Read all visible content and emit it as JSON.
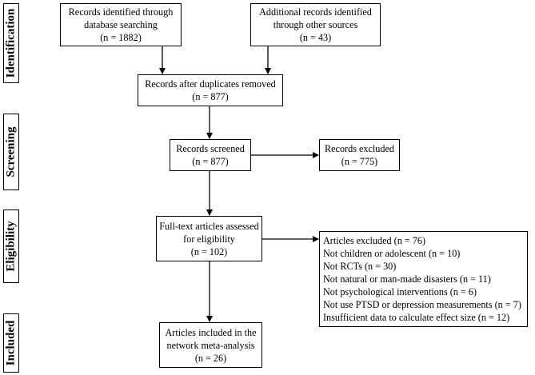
{
  "stages": {
    "identification": "Identification",
    "screening": "Screening",
    "eligibility": "Eligibility",
    "included": "Included"
  },
  "boxes": {
    "db_search": {
      "line1": "Records identified through",
      "line2": "database searching",
      "line3": "(n = 1882)"
    },
    "other_sources": {
      "line1": "Additional records identified",
      "line2": "through other sources",
      "line3": "(n = 43)"
    },
    "after_duplicates": {
      "line1": "Records after duplicates removed",
      "line2": "(n = 877)"
    },
    "screened": {
      "line1": "Records screened",
      "line2": "(n = 877)"
    },
    "excluded": {
      "line1": "Records excluded",
      "line2": "(n = 775)"
    },
    "fulltext": {
      "line1": "Full-text articles assessed",
      "line2": "for eligibility",
      "line3": "(n = 102)"
    },
    "articles_excluded": {
      "lines": [
        "Articles excluded (n = 76)",
        "Not children or adolescent (n = 10)",
        "Not RCTs (n = 30)",
        "Not natural or man-made  disasters (n = 11)",
        "Not psychological interventions (n = 6)",
        "Not use PTSD or depression measurements (n = 7)",
        "Insufficient data to calculate effect size (n = 12)"
      ]
    },
    "included": {
      "line1": "Articles included in the",
      "line2": "network meta-analysis",
      "line3": "(n = 26)"
    }
  }
}
